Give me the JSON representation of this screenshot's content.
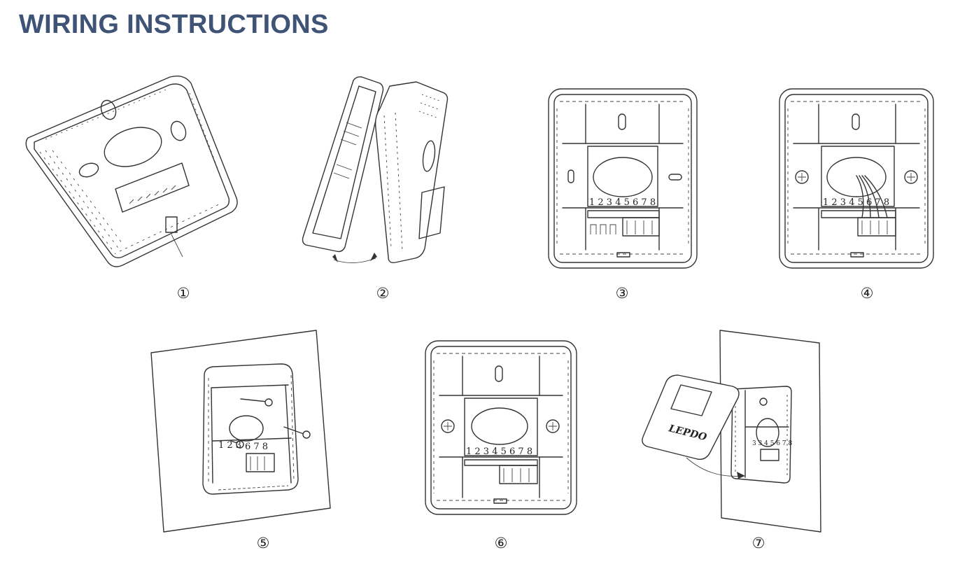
{
  "title": "WIRING INSTRUCTIONS",
  "title_color": "#3f5376",
  "steps": [
    {
      "number": "①",
      "icon": "housing-rear-view-icon"
    },
    {
      "number": "②",
      "icon": "open-housing-icon"
    },
    {
      "number": "③",
      "icon": "back-plate-terminals-icon"
    },
    {
      "number": "④",
      "icon": "back-plate-wired-icon"
    },
    {
      "number": "⑤",
      "icon": "wall-mount-screws-icon"
    },
    {
      "number": "⑥",
      "icon": "mounted-back-plate-icon"
    },
    {
      "number": "⑦",
      "icon": "attach-front-cover-icon"
    }
  ],
  "terminal_numbers": "1 2 3 4 5 6 7 8",
  "brand_logo": "LEPDO"
}
